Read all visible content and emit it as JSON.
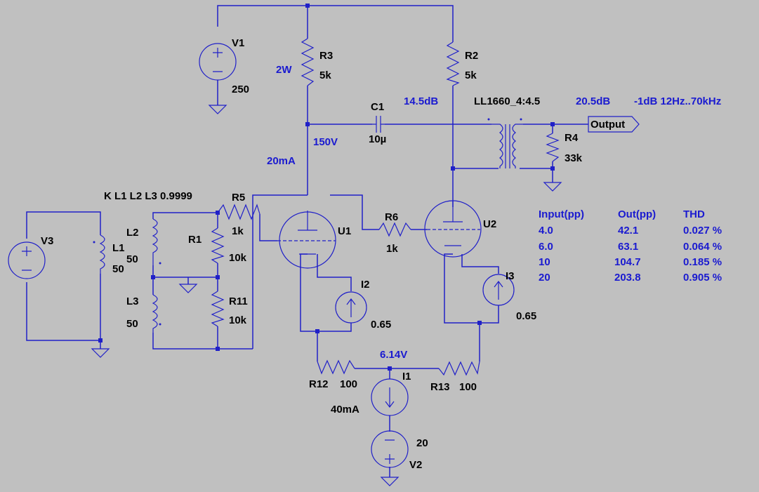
{
  "labels": {
    "v1": "V1",
    "v1_val": "250",
    "r3": "R3",
    "r3_val": "5k",
    "r3_note": "2W",
    "r2": "R2",
    "r2_val": "5k",
    "c1": "C1",
    "c1_val": "10µ",
    "gain_stage1": "14.5dB",
    "transformer": "LL1660_4:4.5",
    "gain_total": "20.5dB",
    "bandwidth": "-1dB 12Hz..70kHz",
    "output": "Output",
    "r4": "R4",
    "r4_val": "33k",
    "plate_voltage": "150V",
    "plate_current": "20mA",
    "coupling": "K L1 L2 L3 0.9999",
    "r5": "R5",
    "r5_val": "1k",
    "r6": "R6",
    "r6_val": "1k",
    "u1": "U1",
    "u2": "U2",
    "v3": "V3",
    "l1": "L1",
    "l1_val": "50",
    "l2": "L2",
    "l2_val": "50",
    "l3": "L3",
    "l3_val": "50",
    "r1": "R1",
    "r1_val": "10k",
    "r11": "R11",
    "r11_val": "10k",
    "i2": "I2",
    "i2_val": "0.65",
    "i3": "I3",
    "i3_val": "0.65",
    "tail_voltage": "6.14V",
    "r12": "R12",
    "r12_val": "100",
    "r13": "R13",
    "r13_val": "100",
    "i1": "I1",
    "i1_val": "40mA",
    "v2": "V2",
    "v2_val": "20"
  },
  "table": {
    "headers": [
      "Input(pp)",
      "Out(pp)",
      "THD"
    ],
    "rows": [
      [
        "4.0",
        "42.1",
        "0.027 %"
      ],
      [
        "6.0",
        "63.1",
        "0.064 %"
      ],
      [
        "10",
        "104.7",
        "0.185 %"
      ],
      [
        "20",
        "203.8",
        "0.905 %"
      ]
    ]
  },
  "colors": {
    "background": "#c0c0c0",
    "wire": "#2020c8",
    "annotation": "#1a1ad0"
  }
}
